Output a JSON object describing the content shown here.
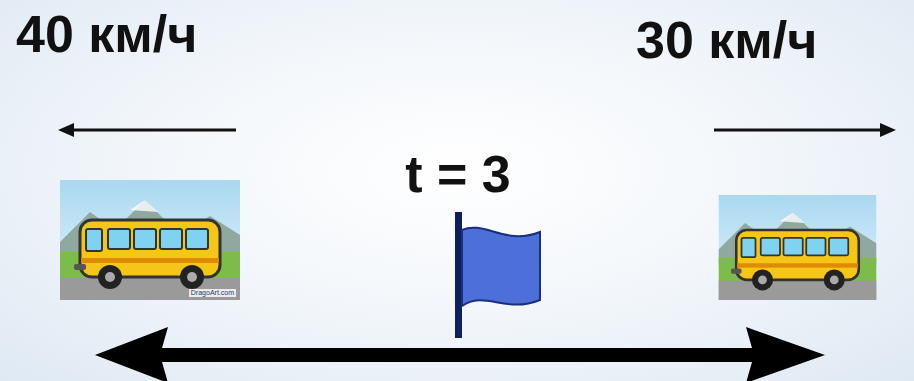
{
  "diagram": {
    "labels": [
      "40 км/ч",
      "30 км/ч",
      "t = 3",
      "DragoArt.com"
    ]
  }
}
